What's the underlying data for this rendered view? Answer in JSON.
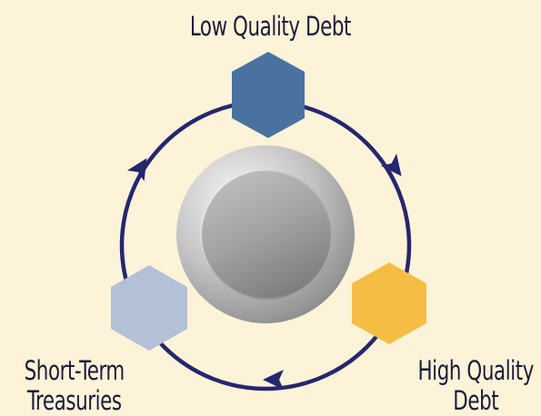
{
  "diagram": {
    "nodes": [
      {
        "label": "Low Quality Debt",
        "lines": [
          "Low Quality Debt"
        ],
        "color": "#4a72a0"
      },
      {
        "label": "High Quality Debt",
        "lines": [
          "High Quality",
          "Debt"
        ],
        "color": "#f6bd45"
      },
      {
        "label": "Short-Term Treasuries",
        "lines": [
          "Short-Term",
          "Treasuries"
        ],
        "color": "#b3c0d6"
      }
    ],
    "flow": "clockwise",
    "colors": {
      "background": "#fcf3d8",
      "cycle_ring": "#25266e",
      "center_disc": "#a9a9a9",
      "text": "#1b1b3a"
    }
  }
}
